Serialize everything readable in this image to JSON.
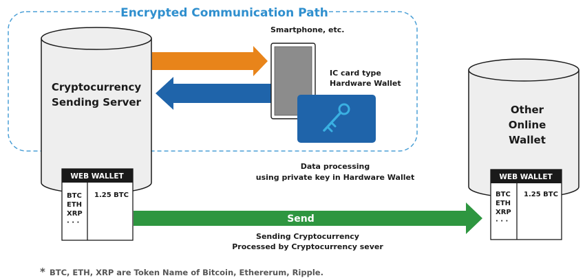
{
  "diagram": {
    "title": "Encrypted Communication Path",
    "device_label": "Smartphone, etc.",
    "hardware_wallet_label": [
      "IC card type",
      "Hardware Wallet"
    ],
    "sending_server_label": [
      "Cryptocurrency",
      "Sending Server"
    ],
    "other_wallet_label": [
      "Other",
      "Online",
      "Wallet"
    ],
    "processing_label": [
      "Data processing",
      "using private key in Hardware Wallet"
    ],
    "send_label": "Send",
    "sending_note": [
      "Sending Cryptocurrency",
      "Processed by Cryptocurrency sever"
    ],
    "footnote_mark": "*",
    "footnote": "BTC, ETH, XRP are Token Name of Bitcoin, Ethererum, Ripple.",
    "left_wallet": {
      "header": "WEB WALLET",
      "tokens": [
        "BTC",
        "ETH",
        "XRP",
        "· · ·"
      ],
      "balance": "1.25 BTC"
    },
    "right_wallet": {
      "header": "WEB WALLET",
      "tokens": [
        "BTC",
        "ETH",
        "XRP",
        "· · ·"
      ],
      "balance": "1.25 BTC"
    },
    "colors": {
      "title_blue": "#2f8fce",
      "orange_arrow": "#e8841a",
      "blue_arrow": "#1f64aa",
      "green_arrow": "#2e9640",
      "card_blue": "#1f64aa",
      "key": "#3ab0e2",
      "cylinder_fill": "#eeeeee"
    }
  }
}
